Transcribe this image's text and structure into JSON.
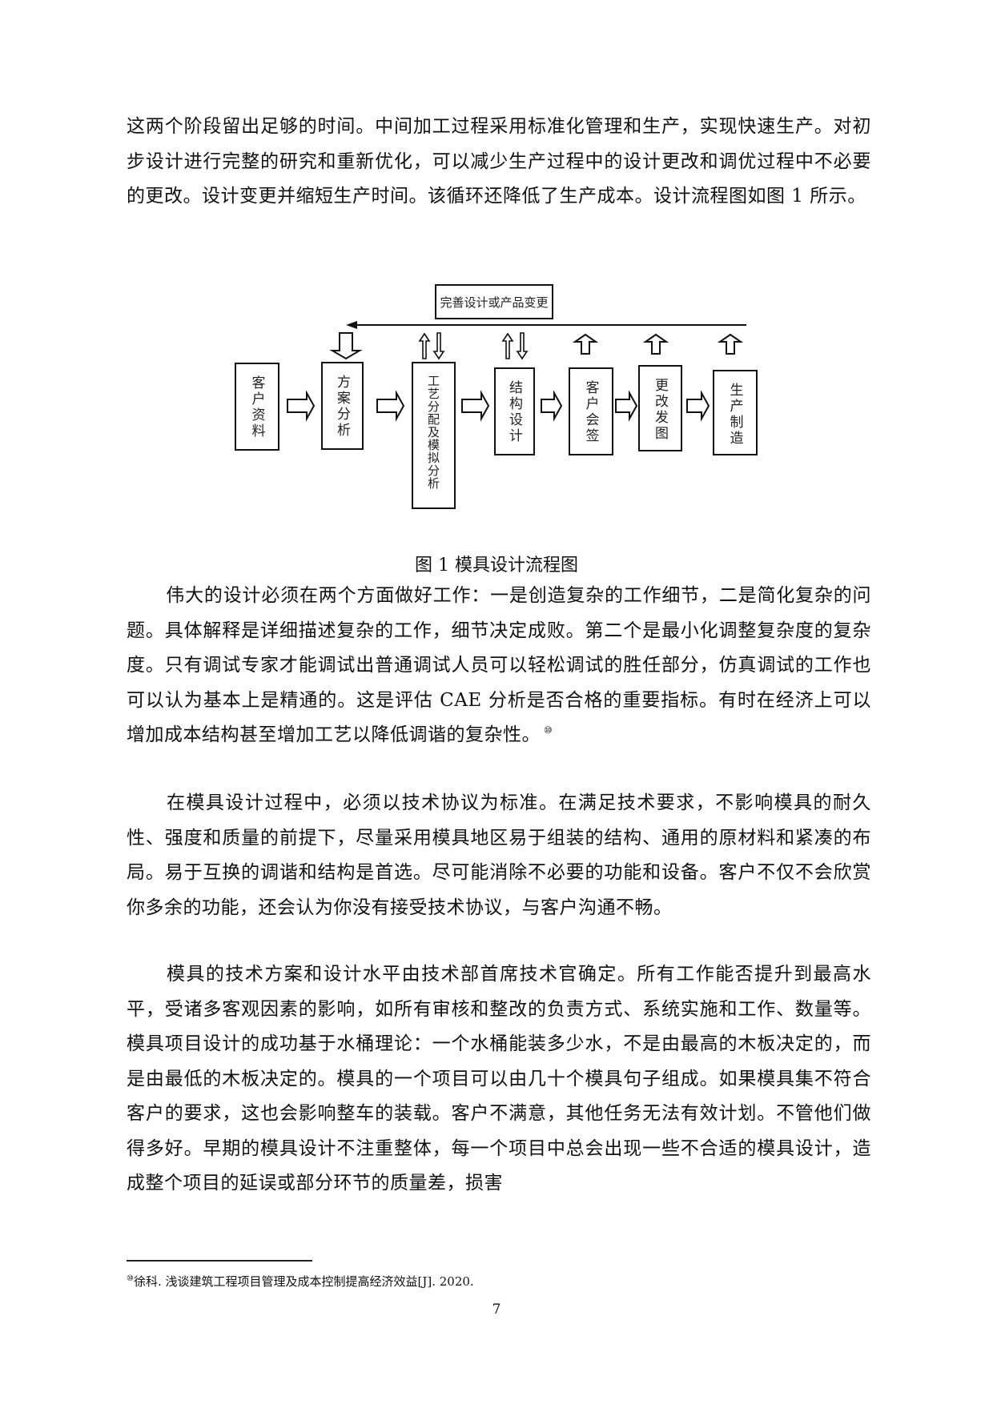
{
  "body": {
    "para_intro": "这两个阶段留出足够的时间。中间加工过程采用标准化管理和生产，实现快速生产。对初步设计进行完整的研究和重新优化，可以减少生产过程中的设计更改和调优过程中不必要的更改。设计变更并缩短生产时间。该循环还降低了生产成本。设计流程图如图 1 所示。",
    "para_1": "伟大的设计必须在两个方面做好工作：一是创造复杂的工作细节，二是简化复杂的问题。具体解释是详细描述复杂的工作，细节决定成败。第二个是最小化调整复杂度的复杂度。只有调试专家才能调试出普通调试人员可以轻松调试的胜任部分，仿真调试的工作也可以认为基本上是精通的。这是评估 CAE 分析是否合格的重要指标。有时在经济上可以增加成本结构甚至增加工艺以降低调谐的复杂性。",
    "para_1_footnote_marker": "⑩",
    "para_2": "在模具设计过程中，必须以技术协议为标准。在满足技术要求，不影响模具的耐久性、强度和质量的前提下，尽量采用模具地区易于组装的结构、通用的原材料和紧凑的布局。易于互换的调谐和结构是首选。尽可能消除不必要的功能和设备。客户不仅不会欣赏你多余的功能，还会认为你没有接受技术协议，与客户沟通不畅。",
    "para_3": "模具的技术方案和设计水平由技术部首席技术官确定。所有工作能否提升到最高水平，受诸多客观因素的影响，如所有审核和整改的负责方式、系统实施和工作、数量等。模具项目设计的成功基于水桶理论：一个水桶能装多少水，不是由最高的木板决定的，而是由最低的木板决定的。模具的一个项目可以由几十个模具句子组成。如果模具集不符合客户的要求，这也会影响整车的装载。客户不满意，其他任务无法有效计划。不管他们做得多好。早期的模具设计不注重整体，每一个项目中总会出现一些不合适的模具设计，造成整个项目的延误或部分环节的质量差，损害"
  },
  "figure": {
    "feedback_box": "完善设计或产品变更",
    "steps": [
      {
        "label": "客户资料"
      },
      {
        "label": "方案分析"
      },
      {
        "label": "工艺分配及模拟分析"
      },
      {
        "label": "结构设计"
      },
      {
        "label": "客户会签"
      },
      {
        "label": "更改发图"
      },
      {
        "label": "生产制造"
      }
    ],
    "caption": "图 1 模具设计流程图"
  },
  "footnote": {
    "marker": "⑩",
    "text": "徐科. 浅谈建筑工程项目管理及成本控制提高经济效益[J]. 2020."
  },
  "page_number": "7"
}
